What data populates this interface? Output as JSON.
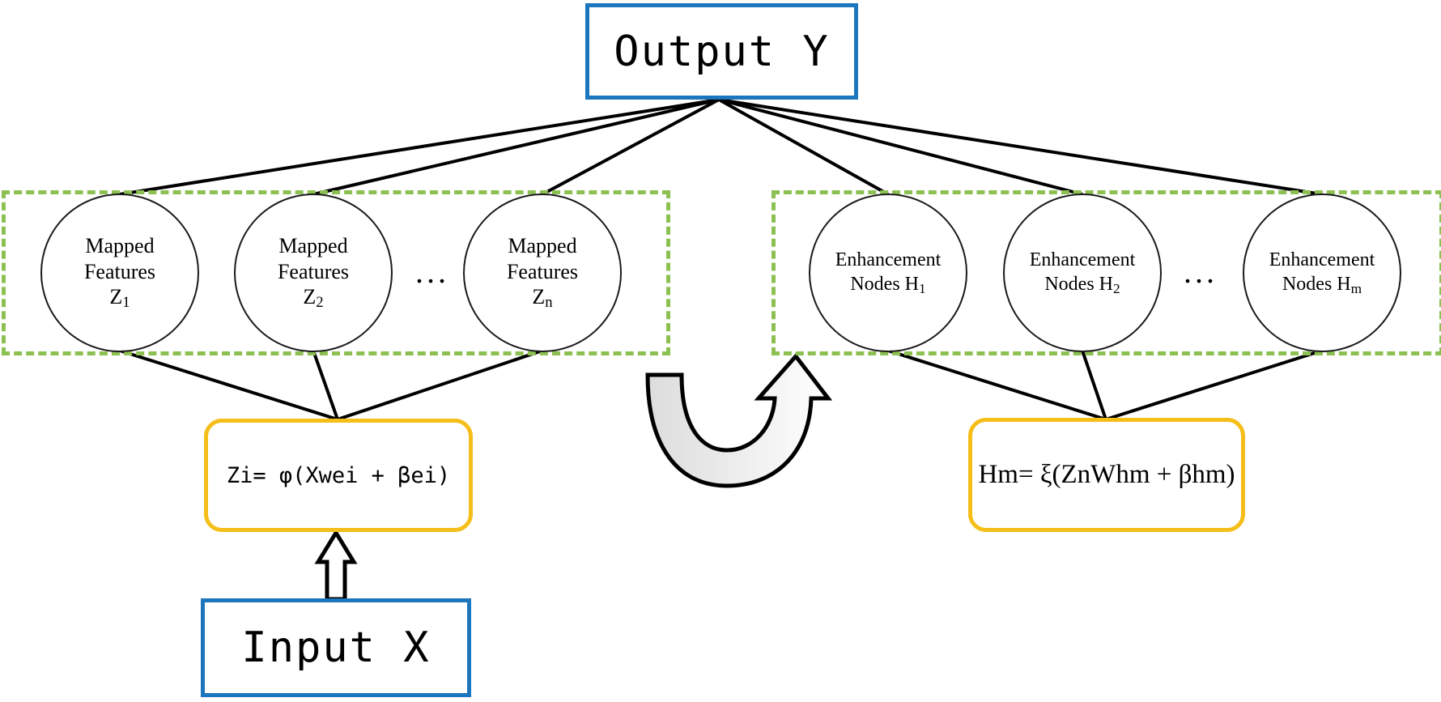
{
  "diagram": {
    "title_output": "Output Y",
    "title_input": "Input X",
    "ellipsis": "...",
    "colors": {
      "blue_border": "#1C76BD",
      "yellow_border": "#F5BE19",
      "green_dashed": "#8CC152",
      "line": "#000000",
      "arrow_fill": "#E6E6E6"
    },
    "mapped_group": {
      "nodes": [
        {
          "line1": "Mapped",
          "line2": "Features",
          "symbol": "Z",
          "sub": "1"
        },
        {
          "line1": "Mapped",
          "line2": "Features",
          "symbol": "Z",
          "sub": "2"
        },
        {
          "line1": "Mapped",
          "line2": "Features",
          "symbol": "Z",
          "sub": "n"
        }
      ],
      "formula": "Zi= φ(Xwei + βei)"
    },
    "enhancement_group": {
      "nodes": [
        {
          "line1": "Enhancement",
          "line2": "Nodes H",
          "sub": "1"
        },
        {
          "line1": "Enhancement",
          "line2": "Nodes H",
          "sub": "2"
        },
        {
          "line1": "Enhancement",
          "line2": "Nodes H",
          "sub": "m"
        }
      ],
      "formula": "Hm= ξ(ZnWhm + βhm)"
    }
  }
}
